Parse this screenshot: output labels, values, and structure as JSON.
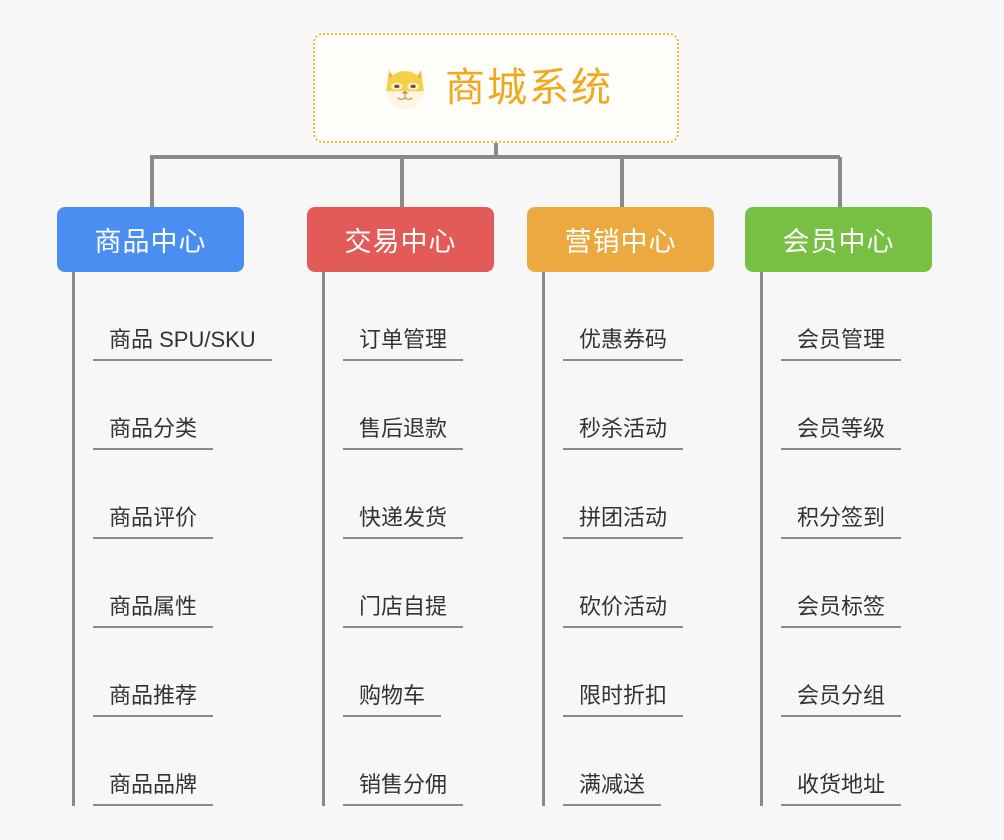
{
  "page": {
    "background_color": "#f7f7f7",
    "line_color": "#8a8a8a"
  },
  "root": {
    "title": "商城系统",
    "icon": "shiba-dog-emoji",
    "text_color": "#f0a91f",
    "border_color": "#f0b64a",
    "background_color": "#fffefb"
  },
  "branches": [
    {
      "label": "商品中心",
      "color": "#4a8ef1",
      "items": [
        "商品 SPU/SKU",
        "商品分类",
        "商品评价",
        "商品属性",
        "商品推荐",
        "商品品牌"
      ]
    },
    {
      "label": "交易中心",
      "color": "#e35b59",
      "items": [
        "订单管理",
        "售后退款",
        "快递发货",
        "门店自提",
        "购物车",
        "销售分佣"
      ]
    },
    {
      "label": "营销中心",
      "color": "#eca93f",
      "items": [
        "优惠券码",
        "秒杀活动",
        "拼团活动",
        "砍价活动",
        "限时折扣",
        "满减送"
      ]
    },
    {
      "label": "会员中心",
      "color": "#77c043",
      "items": [
        "会员管理",
        "会员等级",
        "积分签到",
        "会员标签",
        "会员分组",
        "收货地址"
      ]
    }
  ]
}
